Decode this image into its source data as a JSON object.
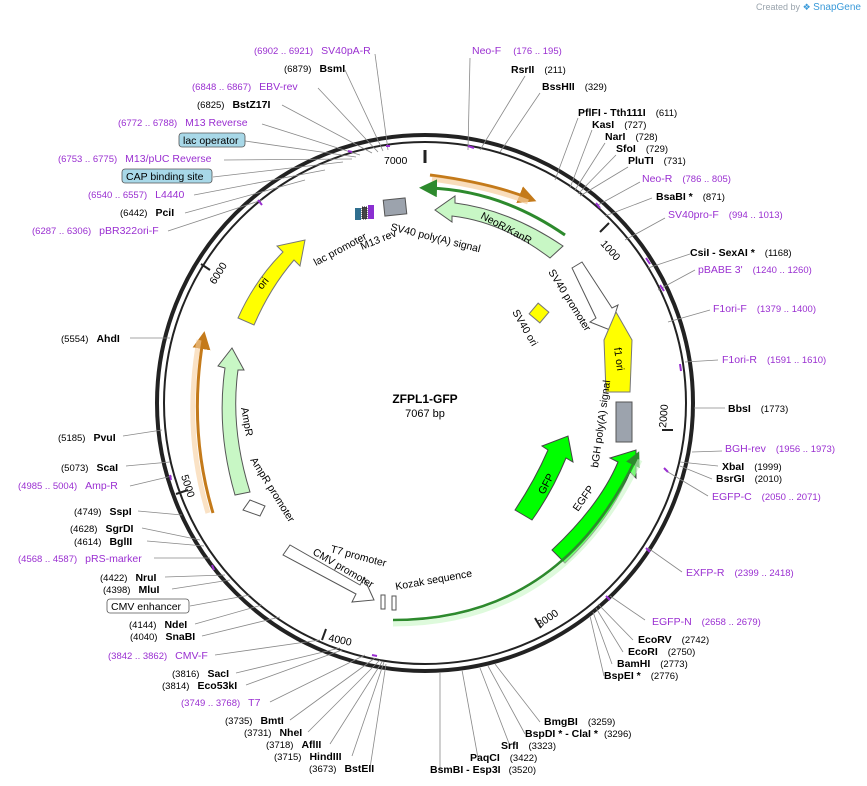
{
  "header": {
    "credit_prefix": "Created by",
    "brand": "SnapGene"
  },
  "plasmid": {
    "name": "ZFPL1-GFP",
    "size": "7067 bp"
  },
  "ticks": [
    "1000",
    "2000",
    "3000",
    "4000",
    "5000",
    "6000",
    "7000"
  ],
  "features": [
    {
      "name": "NeoR/KanR",
      "color": "#c8f7c5"
    },
    {
      "name": "SV40 poly(A) signal",
      "color": "#9ca3ad"
    },
    {
      "name": "M13 rev",
      "color": "#2f6f8f"
    },
    {
      "name": "lac promoter",
      "color": "#ffffff"
    },
    {
      "name": "SV40 promoter",
      "color": "#ffffff"
    },
    {
      "name": "SV40 ori",
      "color": "#ffff00"
    },
    {
      "name": "f1 ori",
      "color": "#ffff00"
    },
    {
      "name": "bGH poly(A) signal",
      "color": "#9ca3ad"
    },
    {
      "name": "GFP",
      "color": "#00ff00"
    },
    {
      "name": "EGFP",
      "color": "#00ff00"
    },
    {
      "name": "T7 promoter",
      "color": "#ffffff"
    },
    {
      "name": "CMV promoter",
      "color": "#ffffff"
    },
    {
      "name": "Kozak sequence",
      "color": "#ffffff"
    },
    {
      "name": "AmpR promoter",
      "color": "#ffffff"
    },
    {
      "name": "AmpR",
      "color": "#c8f7c5"
    },
    {
      "name": "ori",
      "color": "#ffff00"
    }
  ],
  "labels": {
    "right": [
      {
        "name": "Neo-F",
        "pos": "(176 .. 195)",
        "kind": "primer"
      },
      {
        "name": "RsrII",
        "pos": "(211)",
        "kind": "site"
      },
      {
        "name": "BssHII",
        "pos": "(329)",
        "kind": "site"
      },
      {
        "name": "PflFI - Tth111I",
        "pos": "(611)",
        "kind": "site"
      },
      {
        "name": "KasI",
        "pos": "(727)",
        "kind": "site"
      },
      {
        "name": "NarI",
        "pos": "(728)",
        "kind": "site"
      },
      {
        "name": "SfoI",
        "pos": "(729)",
        "kind": "site"
      },
      {
        "name": "PluTI",
        "pos": "(731)",
        "kind": "site"
      },
      {
        "name": "Neo-R",
        "pos": "(786 .. 805)",
        "kind": "primer"
      },
      {
        "name": "BsaBI *",
        "pos": "(871)",
        "kind": "site"
      },
      {
        "name": "SV40pro-F",
        "pos": "(994 .. 1013)",
        "kind": "primer"
      },
      {
        "name": "CsiI - SexAI *",
        "pos": "(1168)",
        "kind": "site"
      },
      {
        "name": "pBABE 3'",
        "pos": "(1240 .. 1260)",
        "kind": "primer"
      },
      {
        "name": "F1ori-F",
        "pos": "(1379 .. 1400)",
        "kind": "primer"
      },
      {
        "name": "F1ori-R",
        "pos": "(1591 .. 1610)",
        "kind": "primer"
      },
      {
        "name": "BbsI",
        "pos": "(1773)",
        "kind": "site"
      },
      {
        "name": "BGH-rev",
        "pos": "(1956 .. 1973)",
        "kind": "primer"
      },
      {
        "name": "XbaI",
        "pos": "(1999)",
        "kind": "site"
      },
      {
        "name": "BsrGI",
        "pos": "(2010)",
        "kind": "site"
      },
      {
        "name": "EGFP-C",
        "pos": "(2050 .. 2071)",
        "kind": "primer"
      },
      {
        "name": "EXFP-R",
        "pos": "(2399 .. 2418)",
        "kind": "primer"
      },
      {
        "name": "EGFP-N",
        "pos": "(2658 .. 2679)",
        "kind": "primer"
      },
      {
        "name": "EcoRV",
        "pos": "(2742)",
        "kind": "site"
      },
      {
        "name": "EcoRI",
        "pos": "(2750)",
        "kind": "site"
      },
      {
        "name": "BamHI",
        "pos": "(2773)",
        "kind": "site"
      },
      {
        "name": "BspEI *",
        "pos": "(2776)",
        "kind": "site"
      },
      {
        "name": "BmgBI",
        "pos": "(3259)",
        "kind": "site"
      },
      {
        "name": "BspDI * - ClaI *",
        "pos": "(3296)",
        "kind": "site"
      },
      {
        "name": "SrfI",
        "pos": "(3323)",
        "kind": "site"
      },
      {
        "name": "PaqCI",
        "pos": "(3422)",
        "kind": "site"
      },
      {
        "name": "BsmBI - Esp3I",
        "pos": "(3520)",
        "kind": "site"
      }
    ],
    "left": [
      {
        "name": "SV40pA-R",
        "pos": "(6902 .. 6921)",
        "kind": "primer"
      },
      {
        "name": "BsmI",
        "pos": "(6879)",
        "kind": "site"
      },
      {
        "name": "EBV-rev",
        "pos": "(6848 .. 6867)",
        "kind": "primer"
      },
      {
        "name": "BstZ17I",
        "pos": "(6825)",
        "kind": "site"
      },
      {
        "name": "M13 Reverse",
        "pos": "(6772 .. 6788)",
        "kind": "primer"
      },
      {
        "name": "lac operator",
        "pos": "",
        "kind": "boxed"
      },
      {
        "name": "M13/pUC Reverse",
        "pos": "(6753 .. 6775)",
        "kind": "primer"
      },
      {
        "name": "CAP binding site",
        "pos": "",
        "kind": "boxed"
      },
      {
        "name": "L4440",
        "pos": "(6540 .. 6557)",
        "kind": "primer"
      },
      {
        "name": "PciI",
        "pos": "(6442)",
        "kind": "site"
      },
      {
        "name": "pBR322ori-F",
        "pos": "(6287 .. 6306)",
        "kind": "primer"
      },
      {
        "name": "AhdI",
        "pos": "(5554)",
        "kind": "site"
      },
      {
        "name": "PvuI",
        "pos": "(5185)",
        "kind": "site"
      },
      {
        "name": "ScaI",
        "pos": "(5073)",
        "kind": "site"
      },
      {
        "name": "Amp-R",
        "pos": "(4985 .. 5004)",
        "kind": "primer"
      },
      {
        "name": "SspI",
        "pos": "(4749)",
        "kind": "site"
      },
      {
        "name": "SgrDI",
        "pos": "(4628)",
        "kind": "site"
      },
      {
        "name": "BglII",
        "pos": "(4614)",
        "kind": "site"
      },
      {
        "name": "pRS-marker",
        "pos": "(4568 .. 4587)",
        "kind": "primer"
      },
      {
        "name": "NruI",
        "pos": "(4422)",
        "kind": "site"
      },
      {
        "name": "MluI",
        "pos": "(4398)",
        "kind": "site"
      },
      {
        "name": "CMV enhancer",
        "pos": "",
        "kind": "boxed-white"
      },
      {
        "name": "NdeI",
        "pos": "(4144)",
        "kind": "site"
      },
      {
        "name": "SnaBI",
        "pos": "(4040)",
        "kind": "site"
      },
      {
        "name": "CMV-F",
        "pos": "(3842 .. 3862)",
        "kind": "primer"
      },
      {
        "name": "SacI",
        "pos": "(3816)",
        "kind": "site"
      },
      {
        "name": "Eco53kI",
        "pos": "(3814)",
        "kind": "site"
      },
      {
        "name": "T7",
        "pos": "(3749 .. 3768)",
        "kind": "primer"
      },
      {
        "name": "BmtI",
        "pos": "(3735)",
        "kind": "site"
      },
      {
        "name": "NheI",
        "pos": "(3731)",
        "kind": "site"
      },
      {
        "name": "AflII",
        "pos": "(3718)",
        "kind": "site"
      },
      {
        "name": "HindIII",
        "pos": "(3715)",
        "kind": "site"
      },
      {
        "name": "BstEII",
        "pos": "(3673)",
        "kind": "site"
      }
    ]
  },
  "colors": {
    "primer": "#9a2fd1",
    "site": "#000000",
    "backbone": "#222222",
    "boxed": "#a8d8e8"
  }
}
